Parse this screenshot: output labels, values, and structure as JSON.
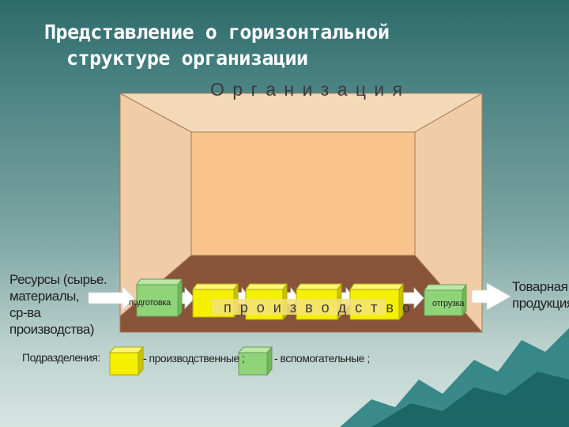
{
  "title": {
    "line1": "Представление о горизонтальной",
    "line2": "структуре организации"
  },
  "organization_label": "О р г а н и з а ц и я",
  "input": {
    "line1": "Ресурсы (сырье.",
    "line2": "материалы,",
    "line3": "ср-ва производства)"
  },
  "output": {
    "line1": "Товарная",
    "line2": "продукция"
  },
  "stages": {
    "prep": "подготовка",
    "production": "п р о и з в о д с т в о",
    "shipping": "отгрузка"
  },
  "legend": {
    "title": "Подразделения:",
    "production": "- производственные ;",
    "auxiliary": "- вспомогательные ;"
  },
  "colors": {
    "background_top": "#2e6b6b",
    "room_outer": "#f3d3ad",
    "room_back": "#f8c48c",
    "floor": "#8a5438",
    "production_box": "#f5f000",
    "auxiliary_box": "#90d47a",
    "arrow": "#ffffff"
  }
}
